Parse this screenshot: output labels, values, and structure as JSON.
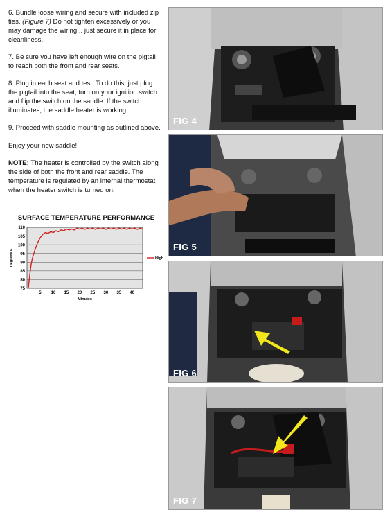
{
  "steps": [
    {
      "pre": "6.  Bundle loose wiring and secure with included zip ties. ",
      "em": "(Figure 7)",
      "post": " Do not tighten excessively or you may damage the wiring... just secure it in place for cleanliness."
    },
    {
      "pre": "7.  Be sure you have left enough wire on the pigtail to reach both the front and rear seats.",
      "em": "",
      "post": ""
    },
    {
      "pre": "8.  Plug in each seat and test. To do this, just plug the pigtail into the seat, turn on your ignition switch and flip the switch on the saddle. If the switch illuminates, the saddle heater is working.",
      "em": "",
      "post": ""
    },
    {
      "pre": "9.  Proceed with saddle mounting as outlined above.",
      "em": "",
      "post": ""
    },
    {
      "pre": "Enjoy your new saddle!",
      "em": "",
      "post": ""
    }
  ],
  "note": {
    "label": "NOTE:",
    "text": "  The heater is controlled by the switch along the side of both the front and rear saddle.  The temperature is regulated by an internal thermostat when the heater switch is turned on."
  },
  "chart_data": {
    "type": "line",
    "title": "SURFACE TEMPERATURE PERFORMANCE",
    "xlabel": "Minutes",
    "ylabel": "Degrees F",
    "xlim": [
      0,
      44
    ],
    "ylim": [
      75,
      110
    ],
    "xticks": [
      5,
      10,
      15,
      20,
      25,
      30,
      35,
      40
    ],
    "yticks": [
      75,
      80,
      85,
      90,
      95,
      100,
      105,
      110
    ],
    "grid": "horizontal",
    "legend": "right",
    "series": [
      {
        "name": "High",
        "color": "#d42020",
        "x": [
          0.5,
          1,
          1.5,
          2,
          3,
          4,
          5,
          6,
          7,
          8,
          9,
          10,
          11,
          12,
          13,
          14,
          15,
          16,
          17,
          18,
          19,
          20,
          21,
          22,
          23,
          24,
          25,
          26,
          27,
          28,
          29,
          30,
          31,
          32,
          33,
          34,
          35,
          36,
          37,
          38,
          39,
          40,
          41,
          42,
          43,
          44
        ],
        "y": [
          75,
          82,
          88,
          92,
          97,
          101,
          104,
          106,
          107,
          106.5,
          107.5,
          107,
          108,
          107.5,
          108.5,
          108,
          109,
          108.5,
          109,
          108.5,
          109.5,
          109,
          109.5,
          108.8,
          109.5,
          109,
          109.5,
          108.8,
          109.5,
          109,
          109.5,
          108.8,
          109.5,
          109,
          109.5,
          108.8,
          109.5,
          109,
          109.5,
          108.8,
          109.5,
          109,
          109.5,
          108.8,
          109.5,
          109
        ]
      }
    ]
  },
  "figures": [
    {
      "label": "FIG 4"
    },
    {
      "label": "FIG 5"
    },
    {
      "label": "FIG 6"
    },
    {
      "label": "FIG 7"
    }
  ],
  "colors": {
    "line": "#d42020",
    "arrow": "#f2e61c",
    "grid": "#555555"
  }
}
